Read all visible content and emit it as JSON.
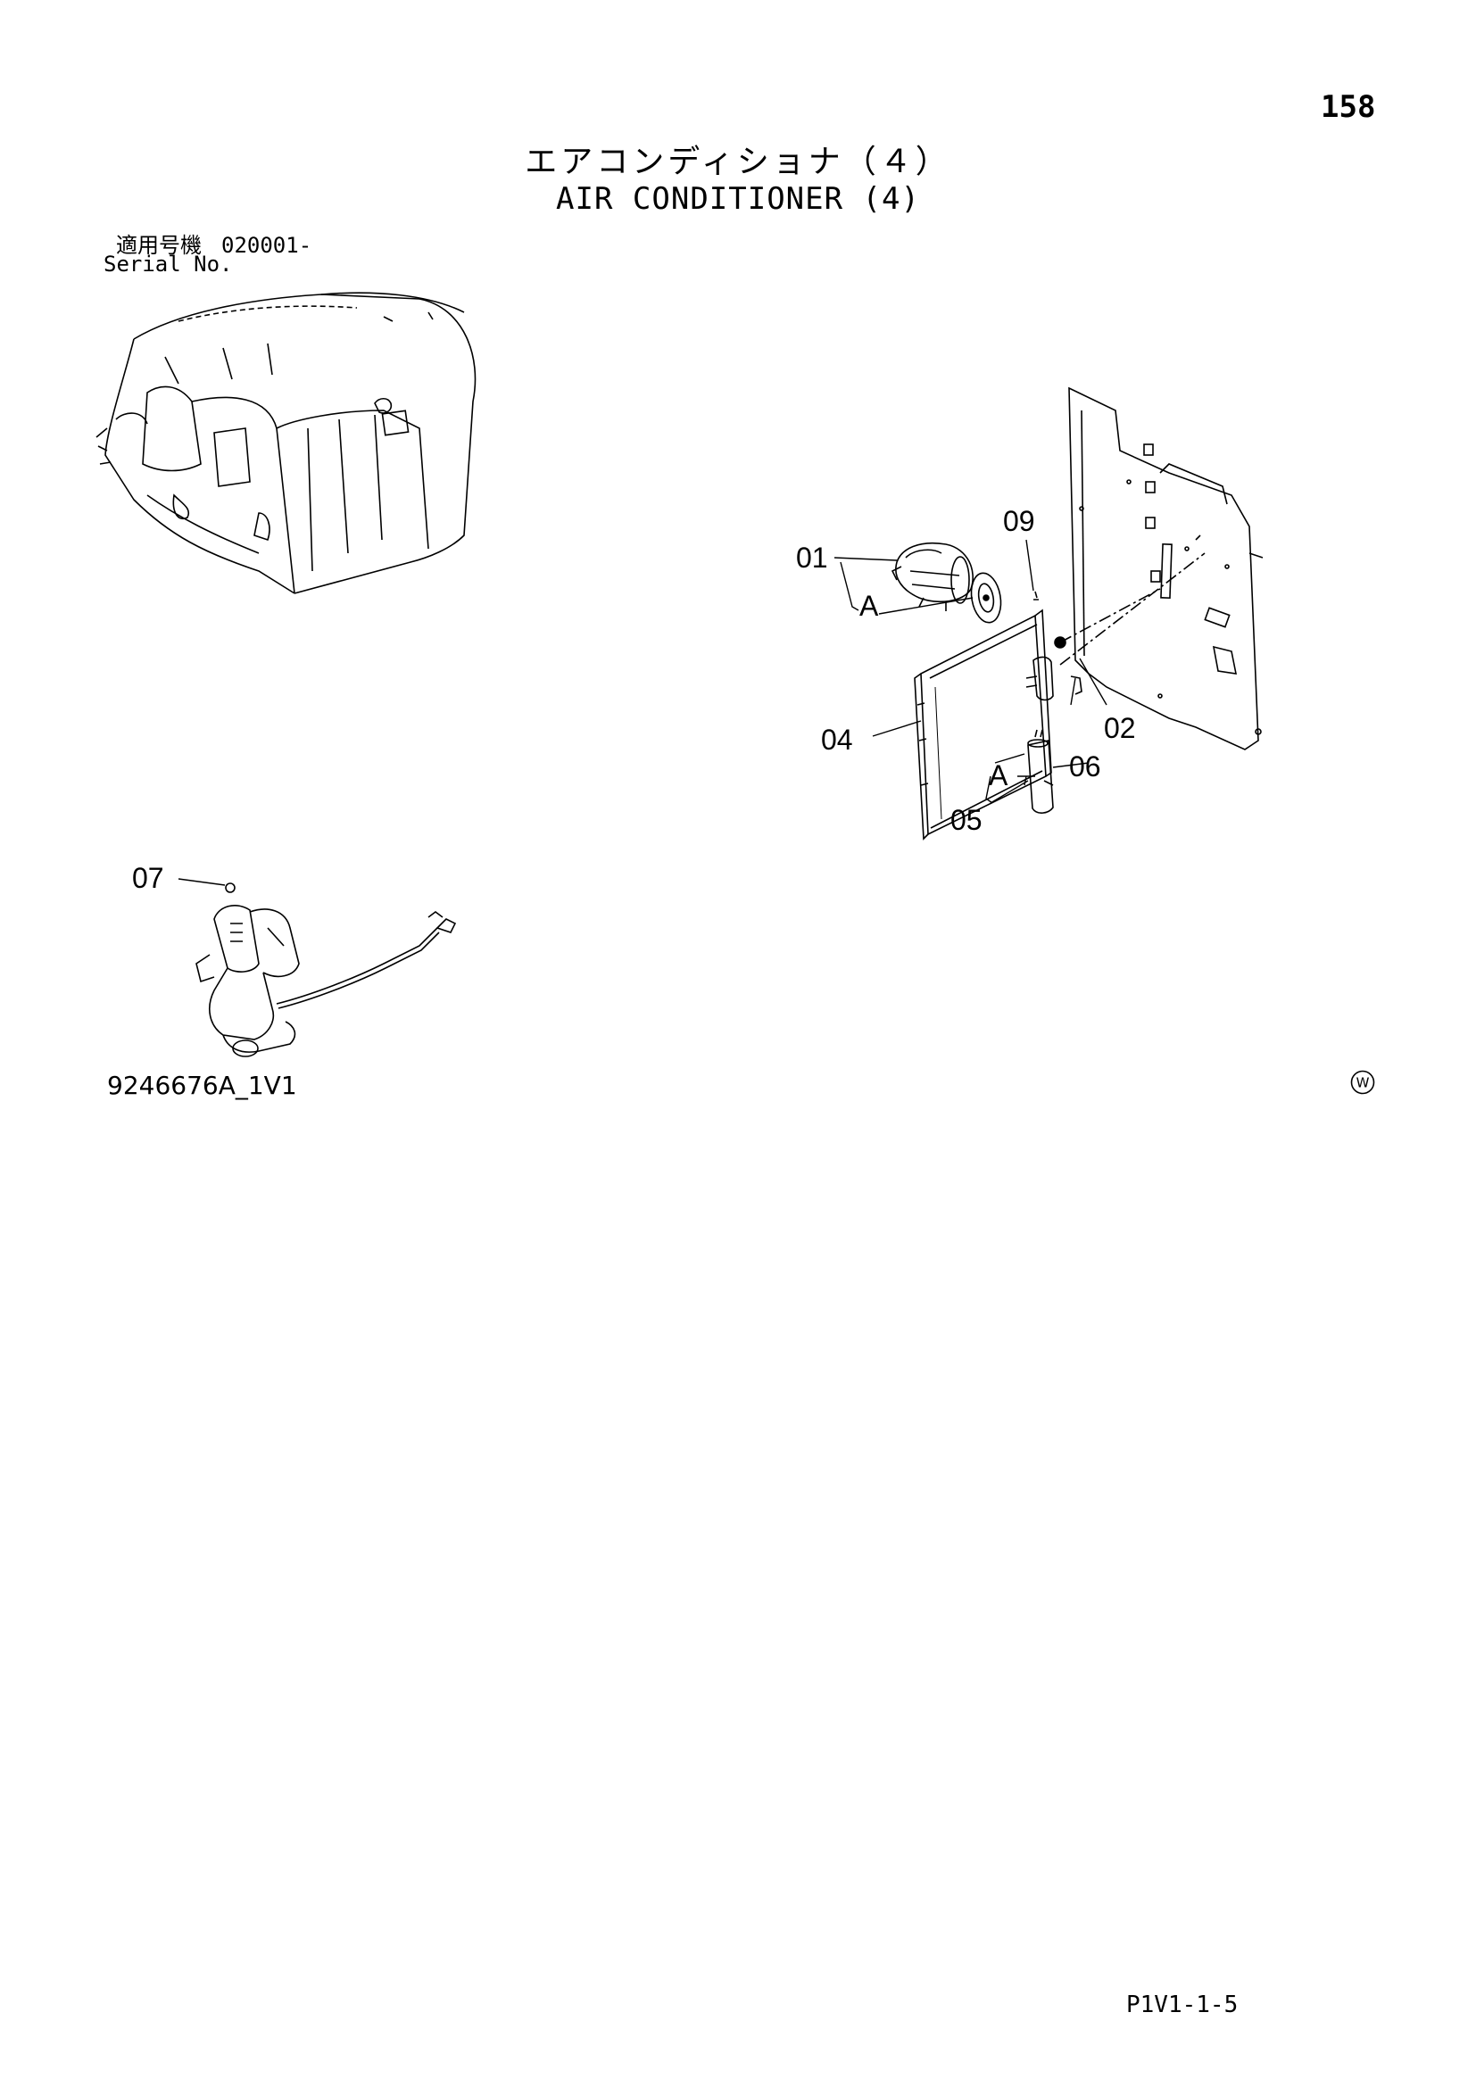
{
  "page": {
    "number": "158",
    "title_jp": "エアコンディショナ（４）",
    "title_en": "AIR CONDITIONER (4)",
    "serial_label_jp": "適用号機",
    "serial_value": "020001-",
    "serial_label_en": "Serial No.",
    "drawing_code": "9246676A_1V1",
    "footer_code": "P1V1-1-5",
    "watermark": "W"
  },
  "callouts": {
    "c01": "01",
    "cA1": "A",
    "c09": "09",
    "c02": "02",
    "c04": "04",
    "cA2": "A",
    "c06": "06",
    "c05": "05",
    "c07": "07"
  }
}
